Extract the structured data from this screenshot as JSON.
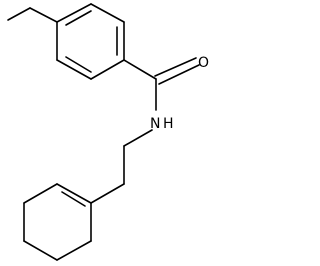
{
  "molecule": {
    "atoms": {
      "oxygen": "O",
      "nitrogen": "N",
      "hydrogen": "H"
    },
    "colors": {
      "bond": "#000000",
      "background": "#ffffff"
    }
  }
}
